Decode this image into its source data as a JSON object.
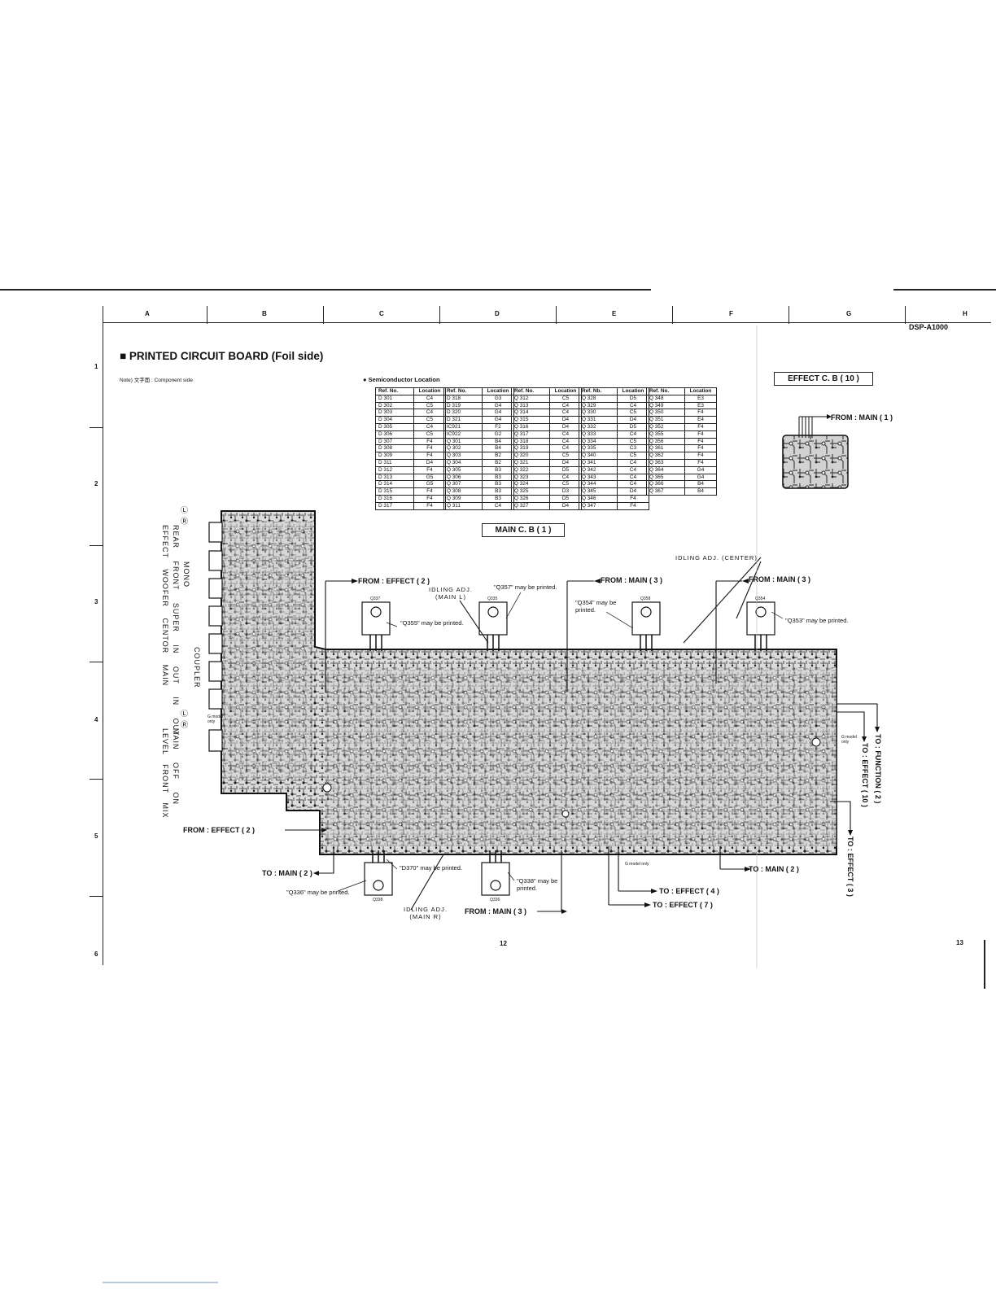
{
  "header": {
    "columns": [
      "A",
      "B",
      "C",
      "D",
      "E",
      "F",
      "G",
      "H"
    ],
    "rows": [
      "1",
      "2",
      "3",
      "4",
      "5",
      "6"
    ],
    "model": "DSP-A1000"
  },
  "title": "■ PRINTED CIRCUIT BOARD (Foil side)",
  "note": "Note) 文字面 : Component side",
  "semiconductor": {
    "title": "● Semiconductor Location",
    "headers": [
      "Ref. No.",
      "Location"
    ],
    "headers_alt": [
      "Ref. Nb.",
      "Location"
    ],
    "columns": [
      [
        [
          "D 301",
          "C4"
        ],
        [
          "D 302",
          "C5"
        ],
        [
          "D 303",
          "C4"
        ],
        [
          "D 304",
          "C5"
        ],
        [
          "D 305",
          "C4"
        ],
        [
          "D 306",
          "C5"
        ],
        [
          "D 307",
          "F4"
        ],
        [
          "D 308",
          "F4"
        ],
        [
          "D 309",
          "F4"
        ],
        [
          "D 311",
          "D4"
        ],
        [
          "D 312",
          "F4"
        ],
        [
          "D 313",
          "G5"
        ],
        [
          "D 314",
          "G5"
        ],
        [
          "D 315",
          "F4"
        ],
        [
          "D 316",
          "F4"
        ],
        [
          "D 317",
          "F4"
        ]
      ],
      [
        [
          "D 318",
          "G3"
        ],
        [
          "D 319",
          "G4"
        ],
        [
          "D 320",
          "G4"
        ],
        [
          "D 321",
          "G4"
        ],
        [
          "IC921",
          "F2"
        ],
        [
          "IC922",
          "G2"
        ],
        [
          "Q 301",
          "B4"
        ],
        [
          "Q 302",
          "B4"
        ],
        [
          "Q 303",
          "B2"
        ],
        [
          "Q 304",
          "B2"
        ],
        [
          "Q 305",
          "B3"
        ],
        [
          "Q 306",
          "B3"
        ],
        [
          "Q 307",
          "B3"
        ],
        [
          "Q 308",
          "B3"
        ],
        [
          "Q 309",
          "B3"
        ],
        [
          "Q 311",
          "C4"
        ]
      ],
      [
        [
          "Q 312",
          "C5"
        ],
        [
          "Q 313",
          "C4"
        ],
        [
          "Q 314",
          "C4"
        ],
        [
          "Q 315",
          "D4"
        ],
        [
          "Q 316",
          "D4"
        ],
        [
          "Q 317",
          "C4"
        ],
        [
          "Q 318",
          "C4"
        ],
        [
          "Q 319",
          "C4"
        ],
        [
          "Q 320",
          "C5"
        ],
        [
          "Q 321",
          "D4"
        ],
        [
          "Q 322",
          "D5"
        ],
        [
          "Q 323",
          "C4"
        ],
        [
          "Q 324",
          "C5"
        ],
        [
          "Q 325",
          "D3"
        ],
        [
          "Q 326",
          "D5"
        ],
        [
          "Q 327",
          "D4"
        ]
      ],
      [
        [
          "Q 328",
          "D5"
        ],
        [
          "Q 329",
          "C4"
        ],
        [
          "Q 330",
          "C5"
        ],
        [
          "Q 331",
          "D4"
        ],
        [
          "Q 332",
          "D5"
        ],
        [
          "Q 333",
          "C4"
        ],
        [
          "Q 334",
          "C5"
        ],
        [
          "Q 335",
          "C3"
        ],
        [
          "Q 340",
          "C5"
        ],
        [
          "Q 341",
          "C4"
        ],
        [
          "Q 342",
          "C4"
        ],
        [
          "Q 343",
          "C4"
        ],
        [
          "Q 344",
          "C4"
        ],
        [
          "Q 345",
          "D4"
        ],
        [
          "Q 346",
          "F4"
        ],
        [
          "Q 347",
          "F4"
        ]
      ],
      [
        [
          "Q 348",
          "E3"
        ],
        [
          "Q 349",
          "E3"
        ],
        [
          "Q 350",
          "F4"
        ],
        [
          "Q 351",
          "E4"
        ],
        [
          "Q 352",
          "F4"
        ],
        [
          "Q 355",
          "F4"
        ],
        [
          "Q 356",
          "F4"
        ],
        [
          "Q 361",
          "F4"
        ],
        [
          "Q 362",
          "F4"
        ],
        [
          "Q 363",
          "F4"
        ],
        [
          "Q 364",
          "G4"
        ],
        [
          "Q 365",
          "G4"
        ],
        [
          "Q 366",
          "B4"
        ],
        [
          "Q 367",
          "B4"
        ]
      ]
    ]
  },
  "boards": {
    "main": "MAIN C. B ( 1 )",
    "effect": "EFFECT C. B ( 10 )"
  },
  "connectors": {
    "from_main_1": "FROM : MAIN ( 1 )",
    "from_effect_2_top": "FROM : EFFECT ( 2 )",
    "from_main_3_a": "FROM : MAIN ( 3 )",
    "from_main_3_b": "FROM : MAIN ( 3 )",
    "from_effect_2_left": "FROM : EFFECT ( 2 )",
    "to_main_2_left": "TO : MAIN ( 2 )",
    "from_main_3_bottom": "FROM : MAIN ( 3 )",
    "to_effect_4": "TO : EFFECT ( 4 )",
    "to_effect_7": "TO : EFFECT ( 7 )",
    "to_main_2_right": "TO : MAIN ( 2 )",
    "to_function_2": "TO : FUNCTION ( 2 )",
    "to_effect_10": "TO : EFFECT ( 10 )",
    "to_effect_3": "TO : EFFECT ( 3 )"
  },
  "annotations": {
    "idling_center": "IDLING ADJ. (CENTER)",
    "idling_main_l": "IDLING ADJ.\n(MAIN L)",
    "idling_main_r": "IDLING ADJ.\n(MAIN R)",
    "q357": "\"Q357\" may be printed.",
    "q355": "\"Q355\" may be printed.",
    "q354": "\"Q354\" may be\nprinted.",
    "q353": "\"Q353\" may be printed.",
    "q336": "\"Q336\" may be printed.",
    "d370": "\"D370\" may be printed.",
    "q338": "\"Q338\" may be\nprinted.",
    "g_model_only": "G model only",
    "g_model_only_2": "G model\nonly",
    "g_model_only_3": "G model\nonly"
  },
  "transistors": [
    "Q337",
    "Q335",
    "Q358",
    "Q354",
    "Q338",
    "Q336"
  ],
  "side_labels": {
    "lr_top": "Ⓛ Ⓡ",
    "mono": "MONO",
    "col1": "REAR FRONT SUPER IN OUT IN OUT",
    "col2": "EFFECT WOOFER CENTOR MAIN",
    "coupler": "COUPLER",
    "lr_bottom": "Ⓛ Ⓡ",
    "main_off_on": "MAIN OFF ON",
    "level": "LEVEL FRONT MIX"
  },
  "pages": {
    "left": "12",
    "right": "13"
  }
}
